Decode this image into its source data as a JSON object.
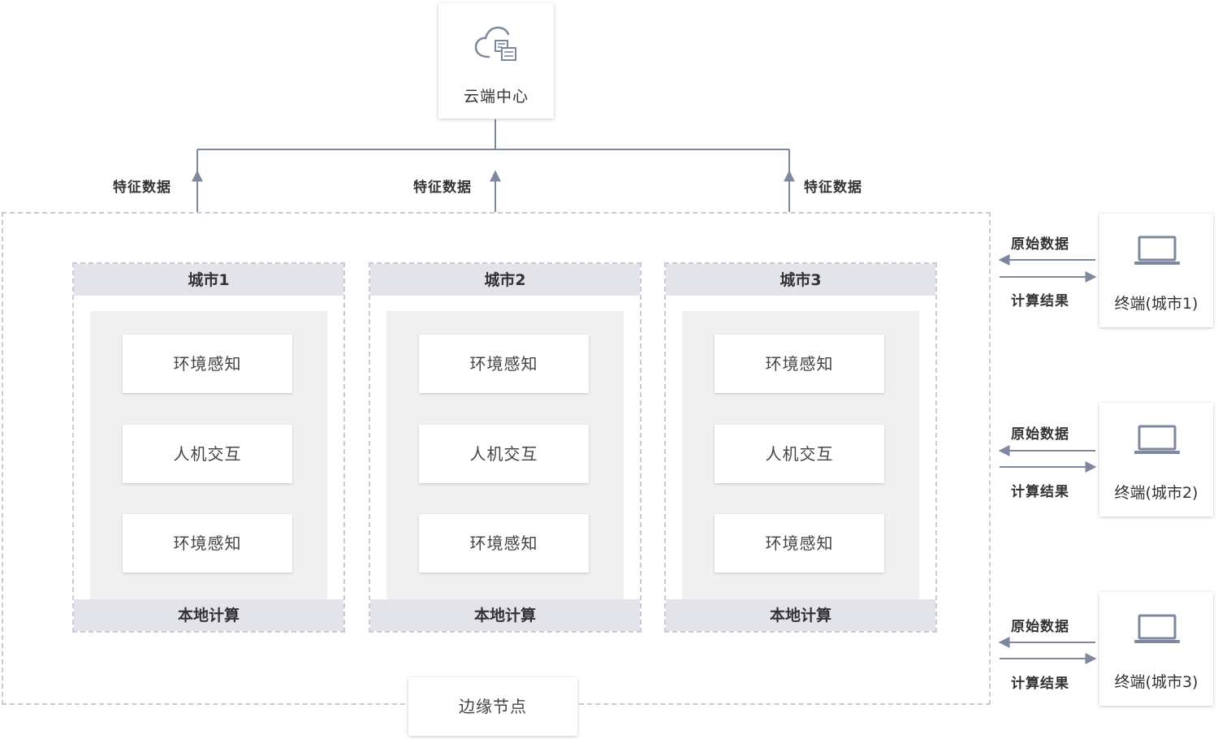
{
  "cloud": {
    "label": "云端中心",
    "icon": "cloud-server-icon"
  },
  "uplinks": [
    {
      "label": "特征数据"
    },
    {
      "label": "特征数据"
    },
    {
      "label": "特征数据"
    }
  ],
  "edge_node": {
    "label": "边缘节点"
  },
  "cities": [
    {
      "title": "城市1",
      "modules": [
        "环境感知",
        "人机交互",
        "环境感知"
      ],
      "footer": "本地计算"
    },
    {
      "title": "城市2",
      "modules": [
        "环境感知",
        "人机交互",
        "环境感知"
      ],
      "footer": "本地计算"
    },
    {
      "title": "城市3",
      "modules": [
        "环境感知",
        "人机交互",
        "环境感知"
      ],
      "footer": "本地计算"
    }
  ],
  "terminals": [
    {
      "label": "终端(城市1)",
      "raw_label": "原始数据",
      "result_label": "计算结果",
      "icon": "laptop-icon"
    },
    {
      "label": "终端(城市2)",
      "raw_label": "原始数据",
      "result_label": "计算结果",
      "icon": "laptop-icon"
    },
    {
      "label": "终端(城市3)",
      "raw_label": "原始数据",
      "result_label": "计算结果",
      "icon": "laptop-icon"
    }
  ],
  "colors": {
    "connector": "#7d879e",
    "dashed_border": "#c8cbd3",
    "header_fill": "#e2e4ea",
    "panel_fill": "#f0f0f0"
  }
}
